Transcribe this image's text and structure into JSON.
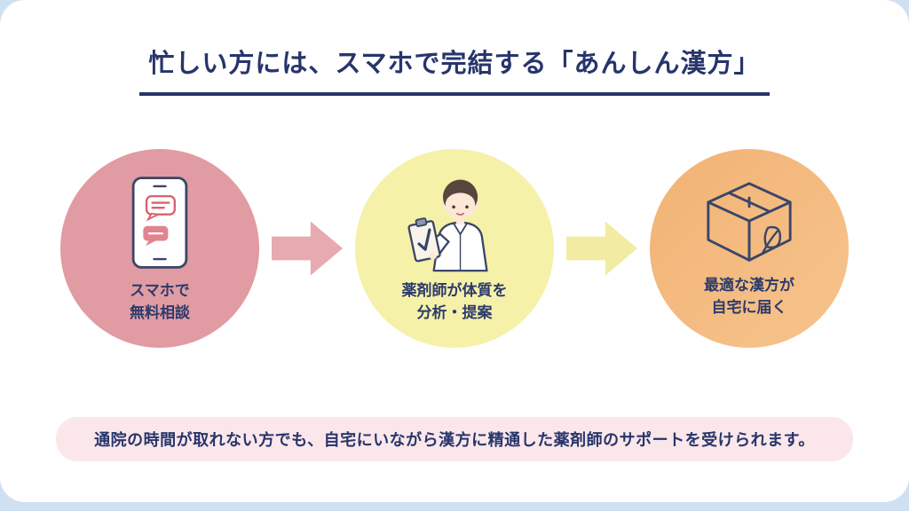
{
  "header": {
    "title": "忙しい方には、スマホで完結する「あんしん漢方」",
    "title_color": "#27356b",
    "underline_color": "#27356b"
  },
  "steps": [
    {
      "id": "smartphone-consultation",
      "icon": "smartphone-chat-icon",
      "label_lines": [
        "スマホで",
        "無料相談"
      ],
      "circle_color": "#e19ba3"
    },
    {
      "id": "pharmacist-analysis",
      "icon": "pharmacist-icon",
      "label_lines": [
        "薬剤師が体質を",
        "分析・提案"
      ],
      "circle_color": "#f6f1a9"
    },
    {
      "id": "kampo-delivery",
      "icon": "delivery-box-leaf-icon",
      "label_lines": [
        "最適な漢方が",
        "自宅に届く"
      ],
      "circle_color": "#f4ba7e"
    }
  ],
  "arrows": [
    {
      "color": "#e7aab1"
    },
    {
      "color": "#f1eca2"
    }
  ],
  "footer": {
    "text": "通院の時間が取れない方でも、自宅にいながら漢方に精通した薬剤師のサポートを受けられます。",
    "background_color": "#fbe7ea",
    "text_color": "#27356b"
  },
  "colors": {
    "page_background": "#cfe0f2",
    "card_background": "#ffffff",
    "navy_text": "#27356b",
    "outline_navy": "#3a4668"
  }
}
